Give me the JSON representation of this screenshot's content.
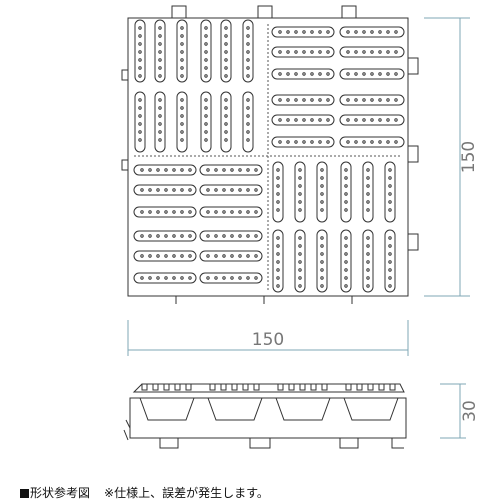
{
  "dimensions": {
    "width_label": "150",
    "height_label": "150",
    "thickness_label": "30"
  },
  "caption": {
    "title": "形状参考図",
    "note": "※仕様上、誤差が発生します。"
  },
  "colors": {
    "line": "#333333",
    "dimension": "#7fa7b6",
    "dim_text": "#777777"
  }
}
